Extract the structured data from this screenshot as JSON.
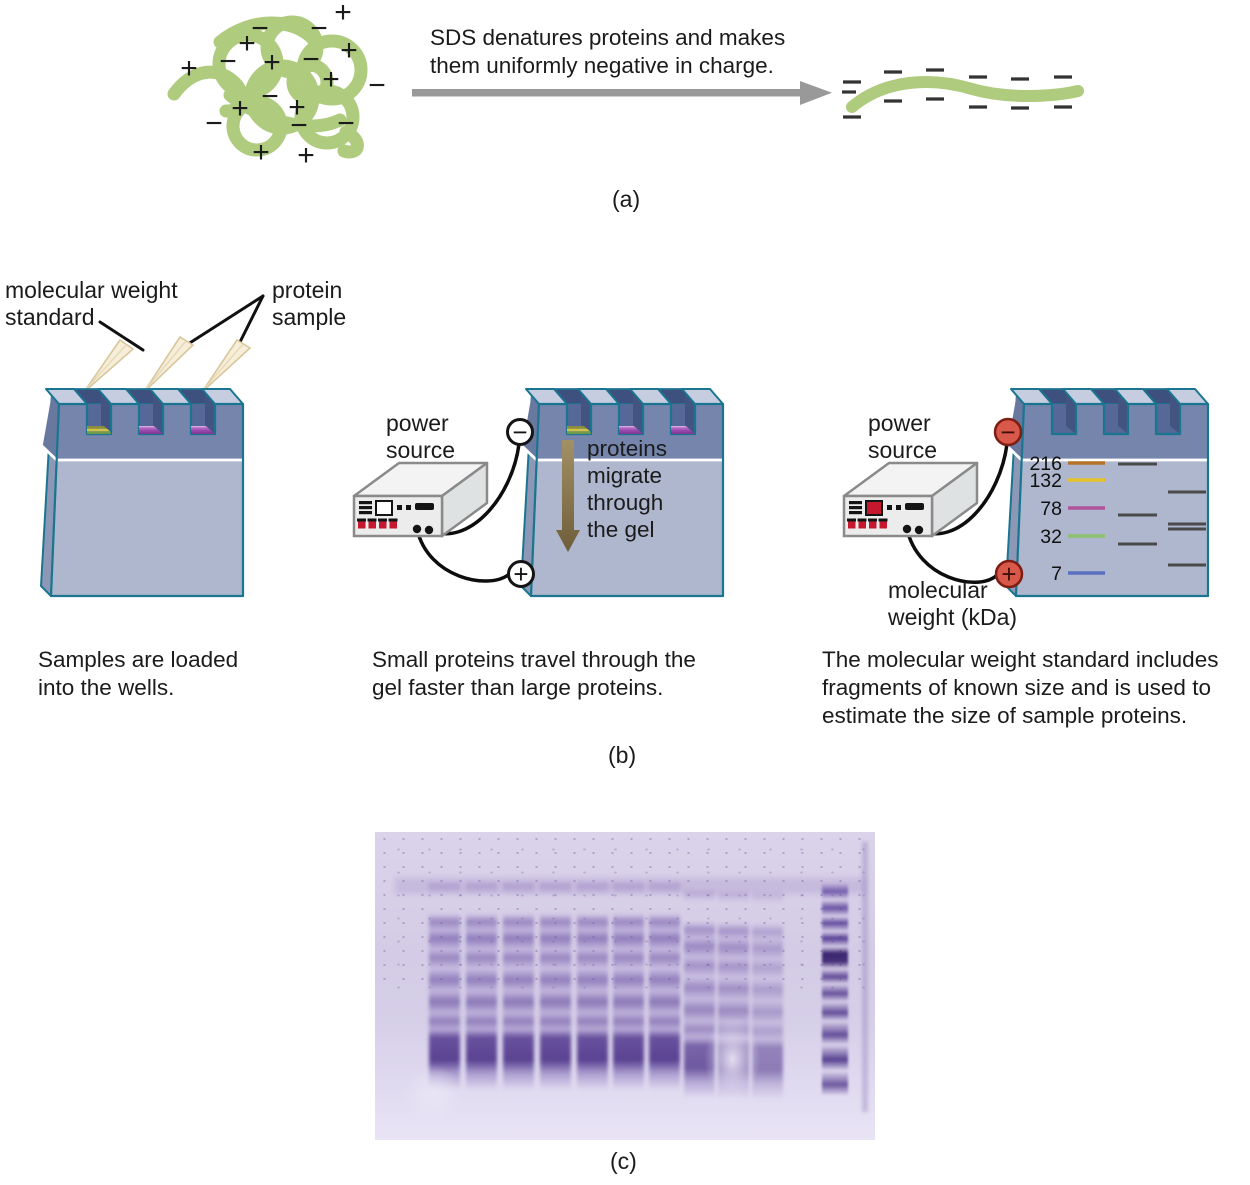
{
  "panel_a": {
    "label": "(a)",
    "caption": "SDS denatures proteins and makes them uniformly negative in charge.",
    "plus": "+",
    "minus": "−"
  },
  "panel_b": {
    "label": "(b)",
    "well_label_standard": "molecular weight standard",
    "well_label_sample": "protein sample",
    "caption_step1": "Samples are loaded into the wells.",
    "power_label": "power source",
    "minus": "−",
    "plus": "+",
    "migration_lines": [
      "proteins",
      "migrate",
      "through",
      "the gel"
    ],
    "caption_step2": "Small proteins travel through the gel faster than large proteins.",
    "markers": [
      {
        "kda": "216",
        "color": "#b5722a"
      },
      {
        "kda": "132",
        "color": "#e8c22a"
      },
      {
        "kda": "78",
        "color": "#b0549b"
      },
      {
        "kda": "32",
        "color": "#8fbf6f"
      },
      {
        "kda": "7",
        "color": "#5a6fc0"
      }
    ],
    "axis_label": "molecular weight (kDa)",
    "caption_step3": "The molecular weight standard includes fragments of known size and is used to estimate the size of sample proteins."
  },
  "panel_c": {
    "label": "(c)"
  },
  "colors": {
    "protein_green": "#aecb7e",
    "gel_outline_teal": "#1a7590",
    "gel_top_blue": "#7585ac",
    "gel_body_blue": "#aeb7cd",
    "terminal_red": "#d8584a",
    "migration_arrow_brown": "#8b7950",
    "gel_stain_purple": "#6a55a4"
  }
}
